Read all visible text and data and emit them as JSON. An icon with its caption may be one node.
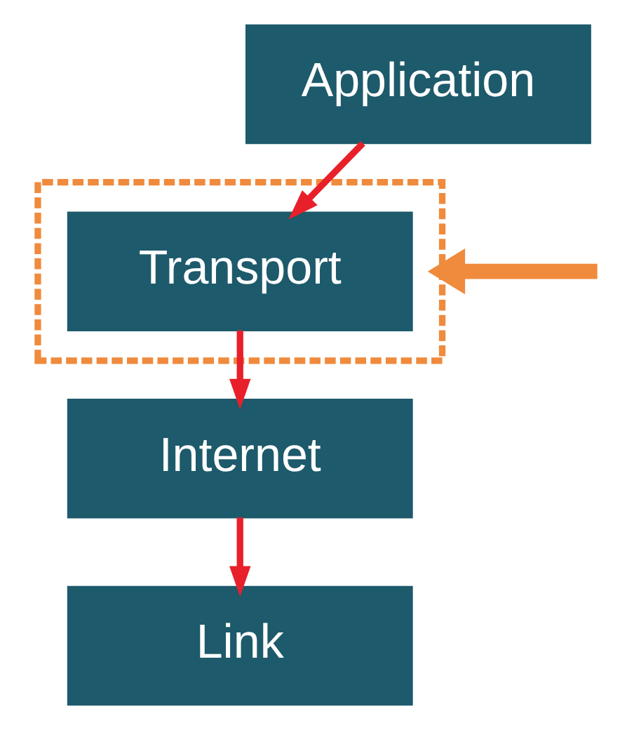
{
  "diagram": {
    "nodes": [
      {
        "text": [
          "Application"
        ]
      },
      {
        "text": [],
        "shape": "box"
      },
      {
        "text": [
          "Transport"
        ],
        "in": 1
      },
      {
        "text": [
          "Internet"
        ]
      },
      {
        "text": [
          "Link"
        ]
      }
    ],
    "edges": [
      {
        "from": 0,
        "to": 2,
        "arrow": "to"
      },
      {
        "from": 2,
        "to": 3,
        "arrow": "to"
      },
      {
        "from": 3,
        "to": 4,
        "arrow": "to"
      },
      {
        "from": null,
        "to": 1,
        "arrow": "to",
        "style": "thick",
        "color": "#f08a3c"
      }
    ]
  }
}
